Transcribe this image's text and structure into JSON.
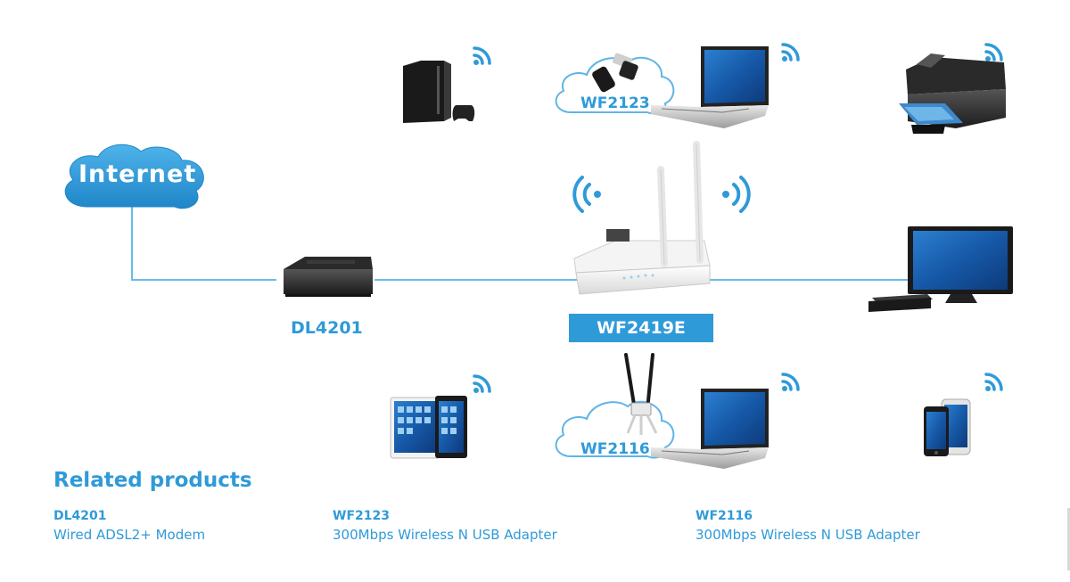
{
  "internet": {
    "label": "Internet"
  },
  "modem": {
    "label": "DL4201"
  },
  "router": {
    "label": "WF2419E"
  },
  "usb_adapter_top": {
    "label": "WF2123"
  },
  "usb_adapter_bottom": {
    "label": "WF2116"
  },
  "related": {
    "title": "Related products",
    "products": [
      {
        "name": "DL4201",
        "desc": "Wired ADSL2+ Modem"
      },
      {
        "name": "WF2123",
        "desc": "300Mbps Wireless N USB Adapter"
      },
      {
        "name": "WF2116",
        "desc": "300Mbps Wireless N USB Adapter"
      }
    ]
  },
  "colors": {
    "accent": "#2f9ad8",
    "line": "#69bde8",
    "cloud": "#3b9fdc"
  },
  "icons": [
    "wifi-icon",
    "game-console-icon",
    "laptop-icon",
    "printer-icon",
    "tv-icon",
    "set-top-box-icon",
    "tablet-icon",
    "smartphone-icon",
    "router-icon",
    "modem-icon",
    "usb-adapter-icon"
  ]
}
